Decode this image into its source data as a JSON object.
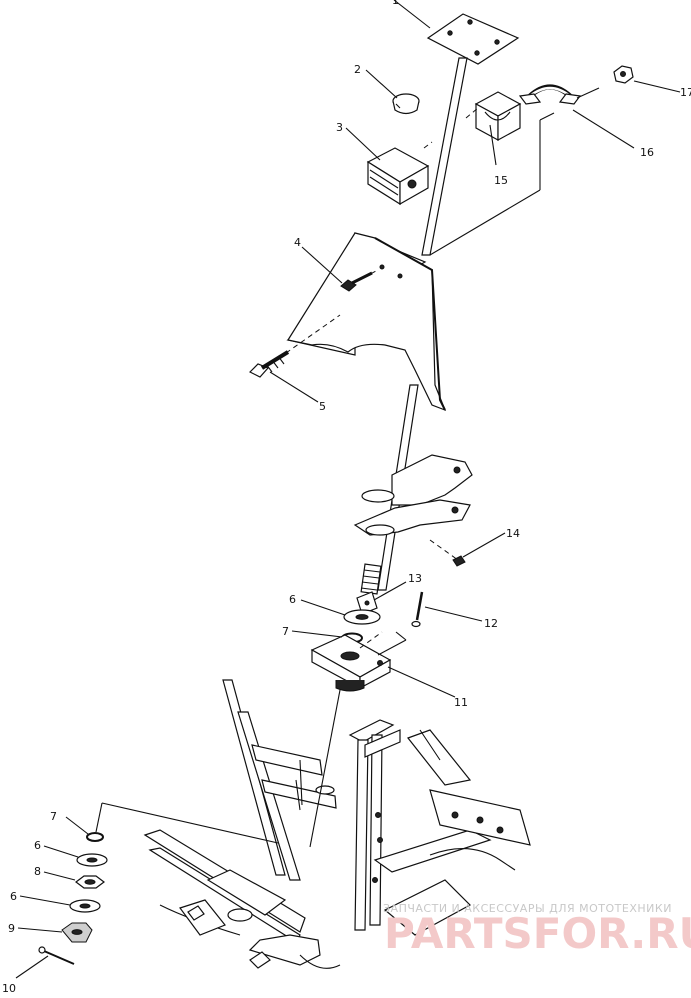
{
  "callouts": [
    {
      "id": "c1",
      "text": "1"
    },
    {
      "id": "c2a",
      "text": "2"
    },
    {
      "id": "c3",
      "text": "3"
    },
    {
      "id": "c4",
      "text": "4"
    },
    {
      "id": "c5",
      "text": "5"
    },
    {
      "id": "c6a",
      "text": "6"
    },
    {
      "id": "c7a",
      "text": "7"
    },
    {
      "id": "c11",
      "text": "11"
    },
    {
      "id": "c12",
      "text": "12"
    },
    {
      "id": "c13",
      "text": "13"
    },
    {
      "id": "c14",
      "text": "14"
    },
    {
      "id": "c15",
      "text": "15"
    },
    {
      "id": "c16",
      "text": "16"
    },
    {
      "id": "c17",
      "text": "17"
    },
    {
      "id": "c7b",
      "text": "7"
    },
    {
      "id": "c6b",
      "text": "6"
    },
    {
      "id": "c8",
      "text": "8"
    },
    {
      "id": "c6c",
      "text": "6"
    },
    {
      "id": "c9",
      "text": "9"
    },
    {
      "id": "c10",
      "text": "10"
    }
  ],
  "watermark": {
    "subtitle": "ЗАПЧАСТИ И АКСЕССУАРЫ ДЛЯ МОТОТЕХНИКИ",
    "brand": "PARTSFOR.RU"
  }
}
